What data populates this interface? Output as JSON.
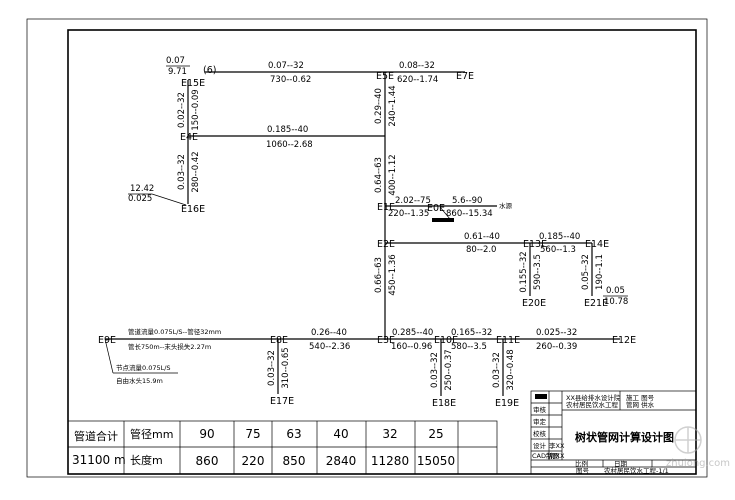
{
  "diagram": {
    "nodes": {
      "e15": "E15E",
      "e5": "E5E",
      "e7": "E7E",
      "e4": "E4E",
      "e16": "E16E",
      "e1": "E1E",
      "e0": "E0E",
      "e2": "E2E",
      "e13": "E13E",
      "e14": "E14E",
      "e20": "E20E",
      "e21": "E21E",
      "e9": "E9E",
      "e8": "E8E",
      "e3": "E3E",
      "e10": "E10E",
      "e11": "E11E",
      "e12": "E12E",
      "e17": "E17E",
      "e18": "E18E",
      "e19": "E19E",
      "marker6": "(6)"
    },
    "labels": {
      "e15_top": "0.07",
      "e15_bot": "9.71",
      "e16_top": "12.42",
      "e16_bot": "0.025",
      "e21_top": "0.05",
      "e21_bot": "10.78",
      "h15_5_top": "0.07--32",
      "h15_5_bot": "730--0.62",
      "h5_7_top": "0.08--32",
      "h5_7_bot": "620--1.74",
      "h4_5_top": "0.185--40",
      "h4_5_bot": "1060--2.68",
      "h1_0_top": "2.02--75",
      "h1_0_bot": "220--1.35",
      "h0_src_top": "5.6--90",
      "h0_src_bot": "860--15.34",
      "src_mark": "水源",
      "h2_13_top": "0.61--40",
      "h2_13_bot": "80--2.0",
      "h13_14_top": "0.185--40",
      "h13_14_bot": "560--1.3",
      "h8_3_top": "0.26--40",
      "h8_3_bot": "540--2.36",
      "h3_10_top": "0.285--40",
      "h3_10_bot": "160--0.96",
      "h10_11_top": "0.165--32",
      "h10_11_bot": "580--3.5",
      "h11_12_top": "0.025--32",
      "h11_12_bot": "260--0.39",
      "v15_4_l": "0.02--32",
      "v15_4_r": "150--0.09",
      "v4_16_l": "0.03--32",
      "v4_16_r": "280--0.42",
      "v5_4_l": "0.29--40",
      "v5_4_r": "240--1.44",
      "v4_1_l": "0.64--63",
      "v4_1_r": "400--1.12",
      "v2_3_l": "0.66--63",
      "v2_3_r": "450--1.36",
      "v13_20_l": "0.155--32",
      "v13_20_r": "590--3.5",
      "v14_21_l": "0.05--32",
      "v14_21_r": "190--1.1",
      "v8_17_l": "0.03--32",
      "v8_17_r": "310--0.65",
      "v10_18_l": "0.03--32",
      "v10_18_r": "250--0.37",
      "v11_19_l": "0.03--32",
      "v11_19_r": "320--0.48",
      "e9_note1": "管道流量0.075L/S--管径32mm",
      "e9_note2": "管长750m--末头损失2.27m",
      "e9_note3": "节点流量0.075L/S",
      "e9_note4": "自由水头15.9m"
    }
  },
  "pipe_table": {
    "total_label": "管道合计",
    "total_value": "31100 m",
    "row1_label": "管径mm",
    "row2_label": "长度m",
    "diameters": [
      "90",
      "75",
      "63",
      "40",
      "32",
      "25"
    ],
    "lengths": [
      "860",
      "220",
      "850",
      "2840",
      "11280",
      "15050"
    ]
  },
  "title_block": {
    "institute": "XX县给排水设计院",
    "project": "农村居民饮水工程",
    "stage_label": "施工 图号",
    "stage_value": "管网 供水",
    "drawing_title": "树状管网计算设计图",
    "roles": [
      "审核",
      "审定",
      "校核",
      "设计",
      "CAD制图"
    ],
    "names": [
      "",
      "",
      "",
      "李XX",
      "周XX"
    ],
    "scale_label": "比例",
    "date_label": "日期",
    "sheet_label": "图号",
    "footer": "农村居民饮水工程-1/1"
  },
  "watermark": "zhulong.com"
}
